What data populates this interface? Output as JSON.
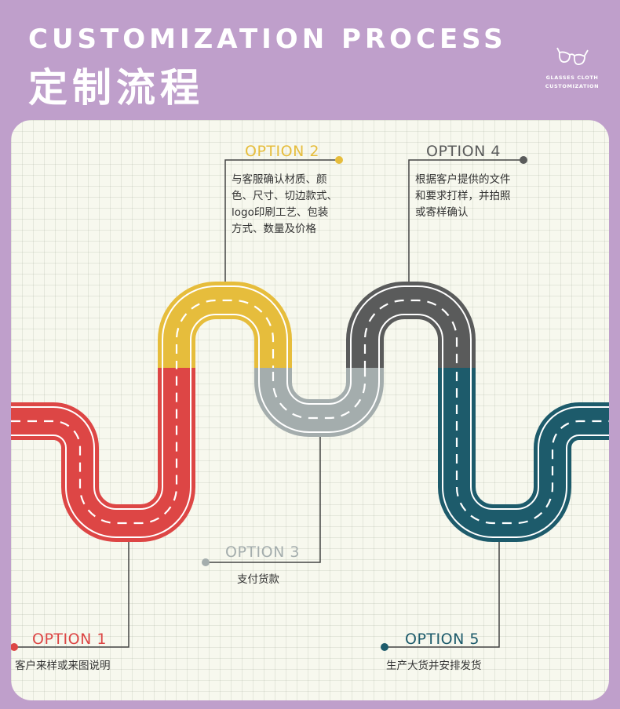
{
  "header": {
    "title_en": "CUSTOMIZATION PROCESS",
    "title_zh": "定制流程",
    "brand_line1": "GLASSES CLOTH",
    "brand_line2": "CUSTOMIZATION",
    "brand_icon": "glasses-icon"
  },
  "colors": {
    "background": "#bf9fcb",
    "panel": "#f7f8ee",
    "option1": "#dd4645",
    "option2": "#e6bd3c",
    "option3": "#a4adad",
    "option4": "#5a5b5b",
    "option5": "#1d5b6b",
    "connector": "#444444"
  },
  "options": [
    {
      "label": "OPTION 1",
      "lines": [
        "客户来样或来图说明"
      ]
    },
    {
      "label": "OPTION 2",
      "lines": [
        "与客服确认材质、颜",
        "色、尺寸、切边款式、",
        "logo印刷工艺、包装",
        "方式、数量及价格"
      ]
    },
    {
      "label": "OPTION 3",
      "lines": [
        "支付货款"
      ]
    },
    {
      "label": "OPTION 4",
      "lines": [
        "根据客户提供的文件",
        "和要求打样，并拍照",
        "或寄样确认"
      ]
    },
    {
      "label": "OPTION 5",
      "lines": [
        "生产大货并安排发货"
      ]
    }
  ]
}
